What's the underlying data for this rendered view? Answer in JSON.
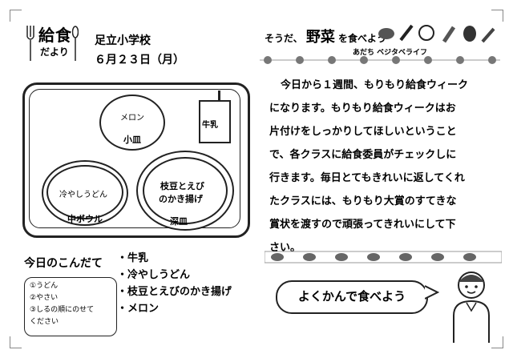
{
  "header": {
    "logo_line1": "給食",
    "logo_line2": "だより",
    "school": "足立小学校",
    "date": "６月２３日（月）"
  },
  "tray": {
    "milk": "牛乳",
    "small_plate_food": "メロン",
    "small_plate_label": "小皿",
    "medium_bowl_food": "冷やしうどん",
    "medium_bowl_label": "中ボウル",
    "deep_plate_food_line1": "枝豆とえび",
    "deep_plate_food_line2": "のかき揚げ",
    "deep_plate_label": "深皿"
  },
  "menu": {
    "title": "今日のこんだて",
    "items": [
      "牛乳",
      "冷やしうどん",
      "枝豆とえびのかき揚げ",
      "メロン"
    ],
    "note_lines": [
      "①うどん",
      "②やさい",
      "③しるの順にのせて",
      "ください"
    ]
  },
  "yasai": {
    "title_pre": "そうだ、",
    "title_main": "野菜",
    "title_post": "を食べよう",
    "sub": "あだち ベジタベライフ"
  },
  "article": {
    "lines": [
      "今日から１週間、もりもり給食ウィーク",
      "になります。もりもり給食ウィークはお",
      "片付けをしっかりしてほしいということ",
      "で、各クラスに給食委員がチェックしに",
      "行きます。毎日とてもきれいに返してくれ",
      "たクラスには、もりもり大賞のすてきな",
      "賞状を渡すので頑張ってきれいにして下",
      "さい。"
    ]
  },
  "banner": {
    "text": "よくかんで食べよう"
  }
}
